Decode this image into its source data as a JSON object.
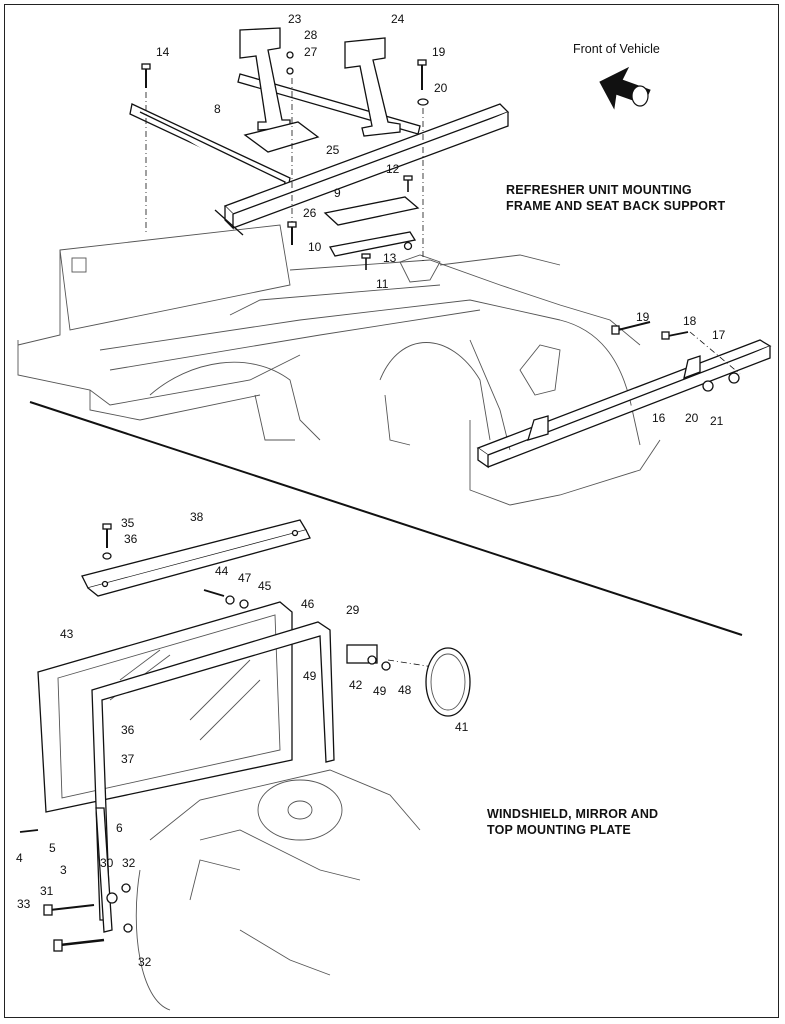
{
  "section_titles": {
    "refresher": [
      "REFRESHER UNIT MOUNTING",
      "FRAME AND SEAT BACK SUPPORT"
    ],
    "windshield": [
      "WINDSHIELD, MIRROR AND",
      "TOP MOUNTING PLATE"
    ]
  },
  "front_label": "Front of Vehicle",
  "callouts": [
    {
      "id": "c23a",
      "text": "23"
    },
    {
      "id": "c24",
      "text": "24"
    },
    {
      "id": "c28",
      "text": "28"
    },
    {
      "id": "c27",
      "text": "27"
    },
    {
      "id": "c14",
      "text": "14"
    },
    {
      "id": "c19a",
      "text": "19"
    },
    {
      "id": "c20a",
      "text": "20"
    },
    {
      "id": "c8",
      "text": "8"
    },
    {
      "id": "c25",
      "text": "25"
    },
    {
      "id": "c12",
      "text": "12"
    },
    {
      "id": "c9",
      "text": "9"
    },
    {
      "id": "c26",
      "text": "26"
    },
    {
      "id": "c10",
      "text": "10"
    },
    {
      "id": "c13",
      "text": "13"
    },
    {
      "id": "c11",
      "text": "11"
    },
    {
      "id": "c19b",
      "text": "19"
    },
    {
      "id": "c18",
      "text": "18"
    },
    {
      "id": "c17",
      "text": "17"
    },
    {
      "id": "c16",
      "text": "16"
    },
    {
      "id": "c20b",
      "text": "20"
    },
    {
      "id": "c21",
      "text": "21"
    },
    {
      "id": "c35",
      "text": "35"
    },
    {
      "id": "c36a",
      "text": "36"
    },
    {
      "id": "c38",
      "text": "38"
    },
    {
      "id": "c44",
      "text": "44"
    },
    {
      "id": "c47",
      "text": "47"
    },
    {
      "id": "c45",
      "text": "45"
    },
    {
      "id": "c46",
      "text": "46"
    },
    {
      "id": "c29",
      "text": "29"
    },
    {
      "id": "c43",
      "text": "43"
    },
    {
      "id": "c49a",
      "text": "49"
    },
    {
      "id": "c42",
      "text": "42"
    },
    {
      "id": "c49b",
      "text": "49"
    },
    {
      "id": "c48",
      "text": "48"
    },
    {
      "id": "c41",
      "text": "41"
    },
    {
      "id": "c36b",
      "text": "36"
    },
    {
      "id": "c37",
      "text": "37"
    },
    {
      "id": "c6",
      "text": "6"
    },
    {
      "id": "c4",
      "text": "4"
    },
    {
      "id": "c5",
      "text": "5"
    },
    {
      "id": "c3",
      "text": "3"
    },
    {
      "id": "c30",
      "text": "30"
    },
    {
      "id": "c32a",
      "text": "32"
    },
    {
      "id": "c31",
      "text": "31"
    },
    {
      "id": "c33",
      "text": "33"
    },
    {
      "id": "c32b",
      "text": "32"
    }
  ]
}
